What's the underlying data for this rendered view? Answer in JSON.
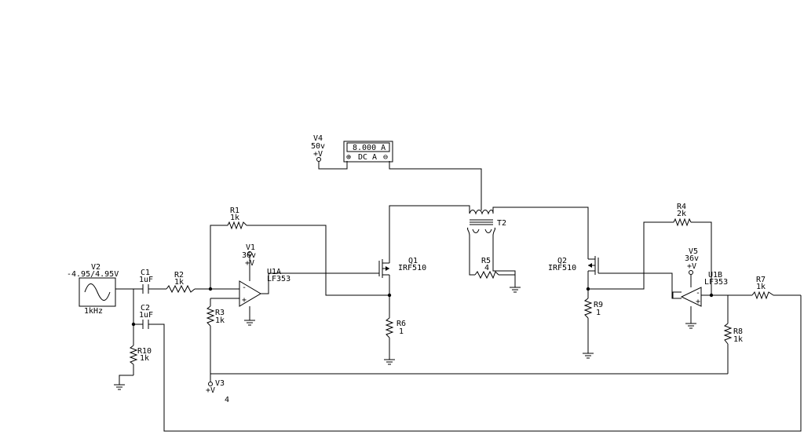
{
  "components": {
    "v2": {
      "name": "V2",
      "value": "-4.95/4.95V",
      "freq": "1kHz"
    },
    "c1": {
      "name": "C1",
      "value": "1uF"
    },
    "c2": {
      "name": "C2",
      "value": "1uF"
    },
    "r1": {
      "name": "R1",
      "value": "1k"
    },
    "r2": {
      "name": "R2",
      "value": "1k"
    },
    "r3": {
      "name": "R3",
      "value": "1k"
    },
    "r4": {
      "name": "R4",
      "value": "2k"
    },
    "r5": {
      "name": "R5",
      "value": "4"
    },
    "r6": {
      "name": "R6",
      "value": "1"
    },
    "r7": {
      "name": "R7",
      "value": "1k"
    },
    "r8": {
      "name": "R8",
      "value": "1k"
    },
    "r9": {
      "name": "R9",
      "value": "1"
    },
    "r10": {
      "name": "R10",
      "value": "1k"
    },
    "v1": {
      "name": "V1",
      "value": "36v",
      "sym": "+V"
    },
    "v3": {
      "name": "V3",
      "value": "4",
      "sym": "+V"
    },
    "v4": {
      "name": "V4",
      "value": "50v",
      "sym": "+V"
    },
    "v5": {
      "name": "V5",
      "value": "36v",
      "sym": "+V"
    },
    "u1a": {
      "name": "U1A",
      "part": "LF353"
    },
    "u1b": {
      "name": "U1B",
      "part": "LF353"
    },
    "q1": {
      "name": "Q1",
      "part": "IRF510"
    },
    "q2": {
      "name": "Q2",
      "part": "IRF510"
    },
    "t2": {
      "name": "T2"
    }
  },
  "meter": {
    "reading": "8.000 A",
    "mode": "DC A",
    "plus": "⊕",
    "minus": "⊖"
  }
}
